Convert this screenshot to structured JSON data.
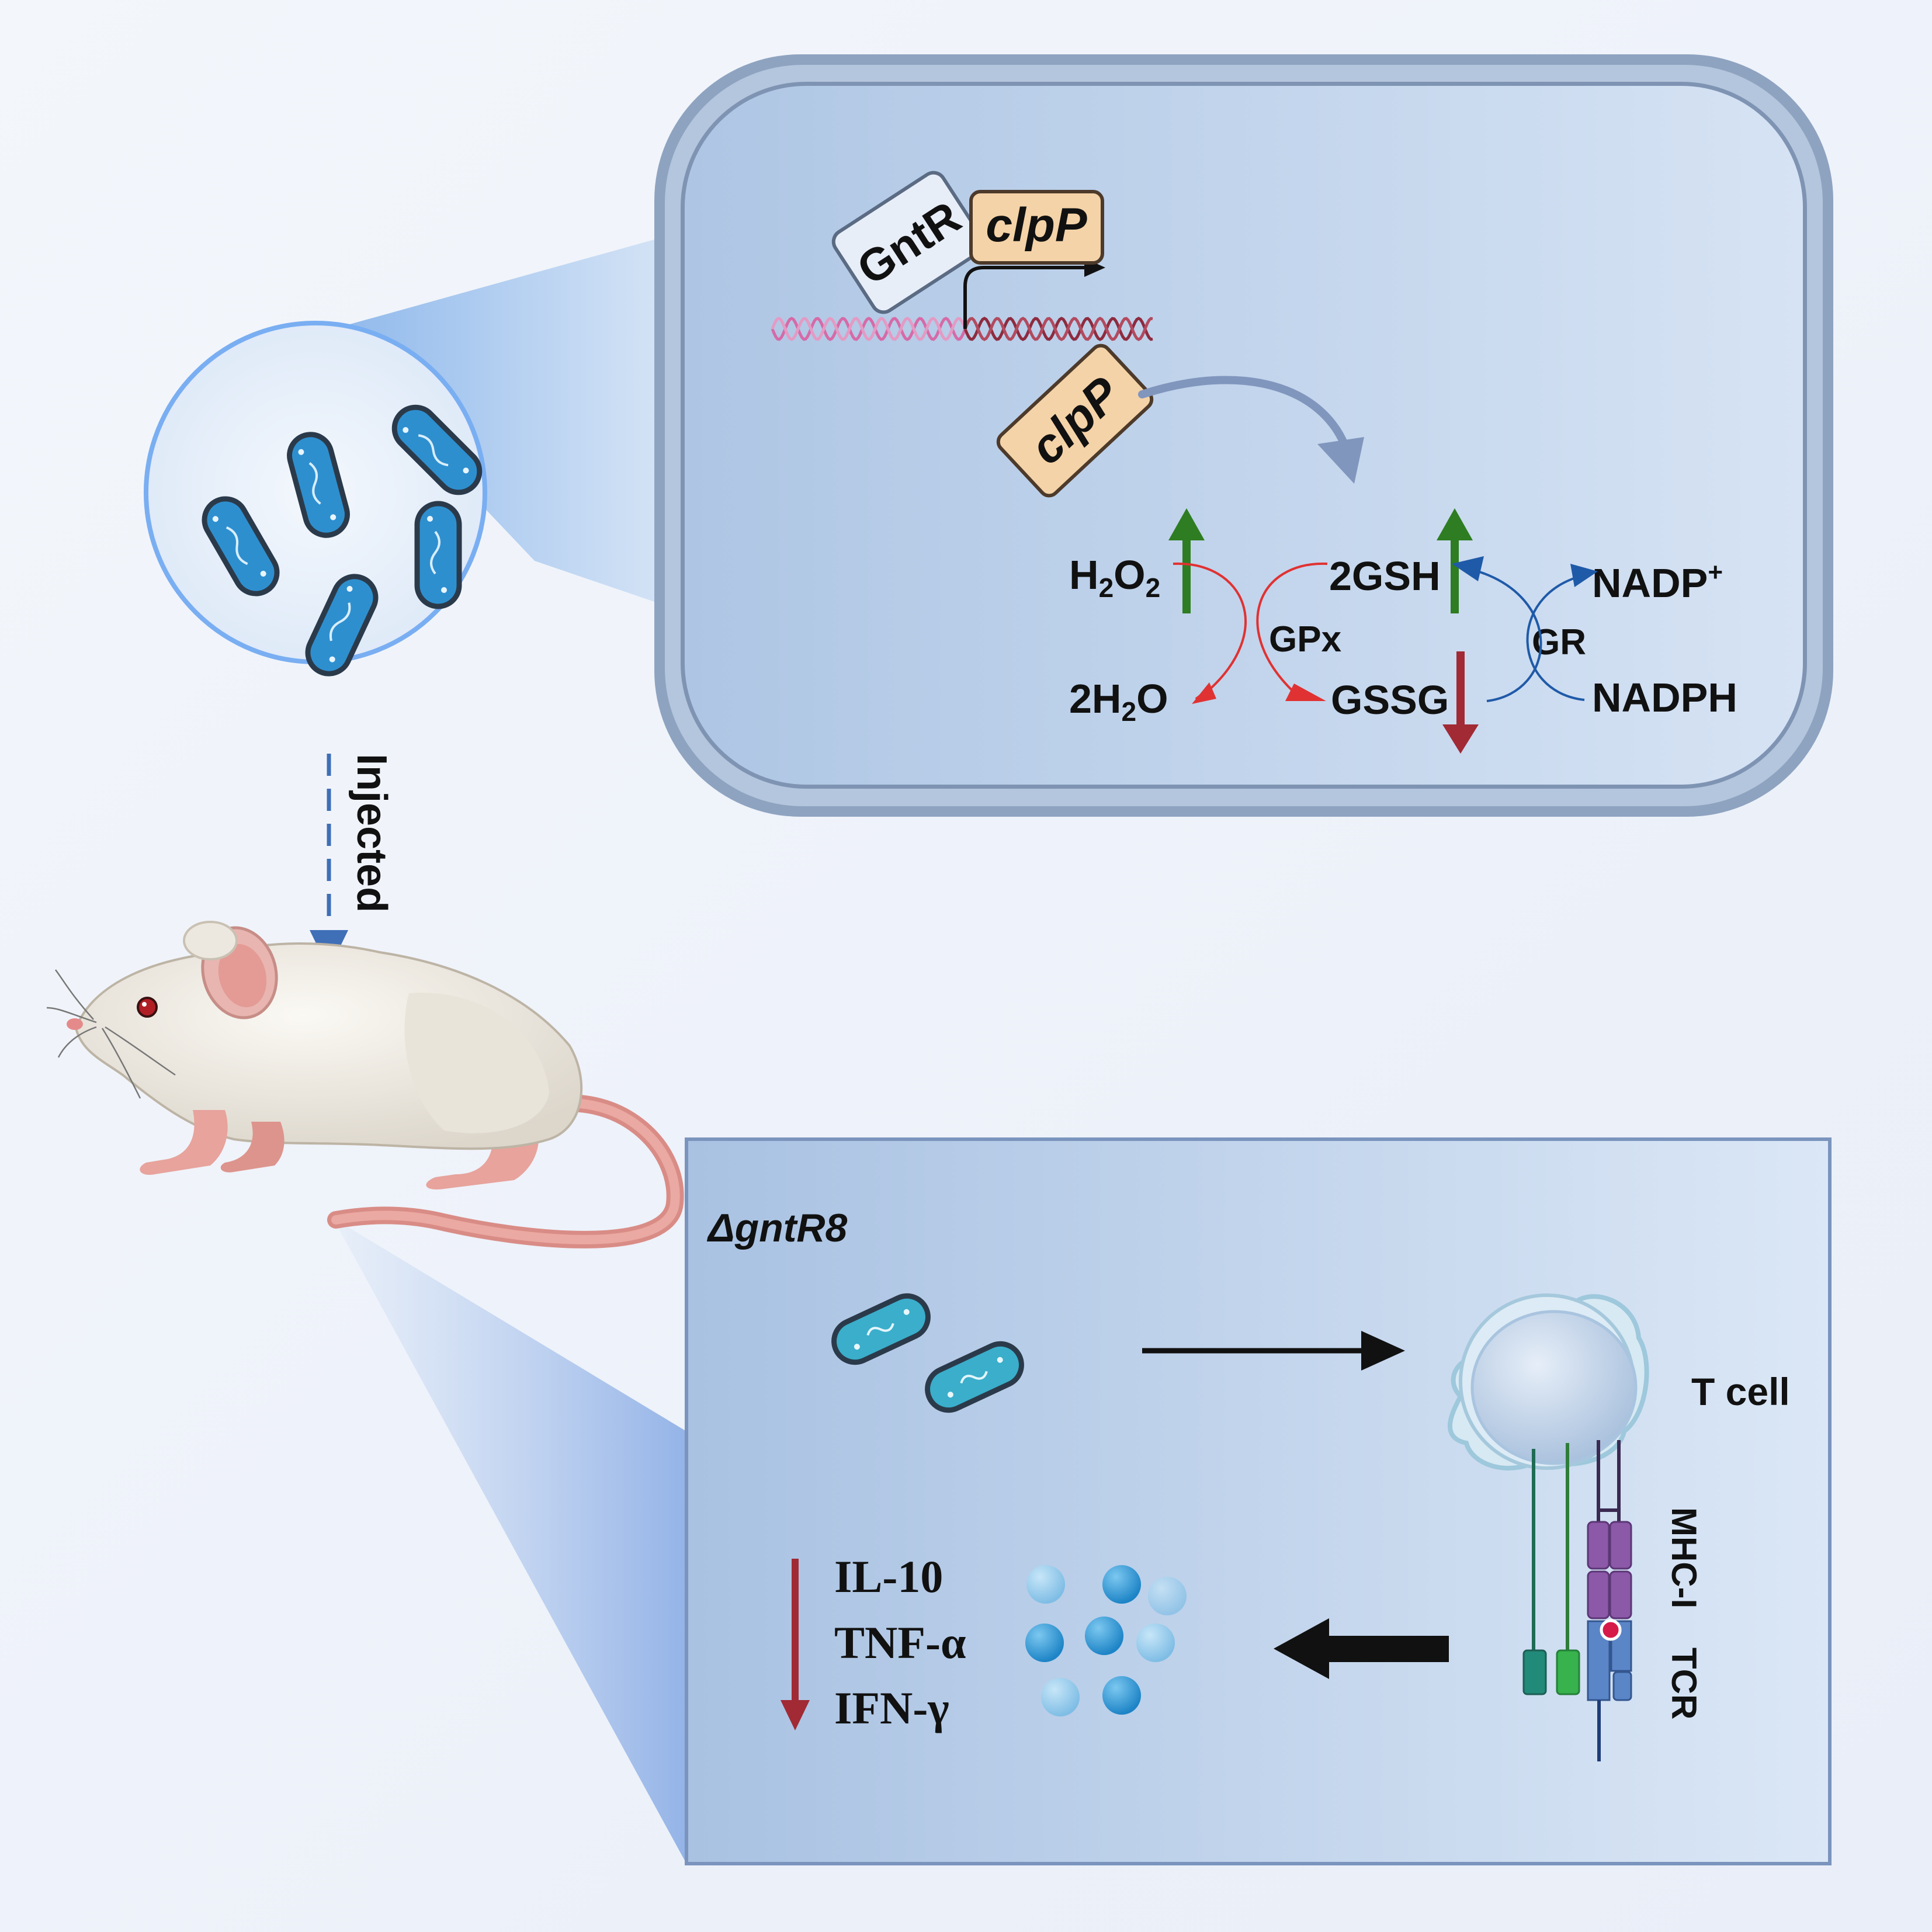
{
  "diagram": {
    "injection_label": "Injected",
    "promoter_box_label": "GntR",
    "gene_box_label": "clpP",
    "protein_box_label": "clpP",
    "metabolites": {
      "h2o2_a": "H",
      "h2o2_b": "2",
      "h2o2_c": "O",
      "h2o2_d": "2",
      "water_a": "2H",
      "water_b": "2",
      "water_c": "O",
      "gsh": "2GSH",
      "gssg": "GSSG",
      "nadp": "NADP",
      "nadp_charge": "+",
      "nadph": "NADPH"
    },
    "enzymes": {
      "gpx": "GPx",
      "gr": "GR"
    },
    "mutant_label": "ΔgntR8",
    "tcell_label": "T cell",
    "receptor_labels": {
      "mhc": "MHC-I",
      "tcr": "TCR"
    },
    "cytokines": [
      "IL-10",
      "TNF-α",
      "IFN-γ"
    ],
    "colors": {
      "up_arrow": "#2e7d22",
      "down_arrow": "#a12a34",
      "gpx_arrow": "#e03232",
      "gr_arrow": "#1f5aa8",
      "bacteria": "#2e8fcf",
      "mutant_bacteria": "#3aaecb",
      "promoter_box": "#f4d3a8",
      "cytokine": "#3aa3dc"
    }
  }
}
